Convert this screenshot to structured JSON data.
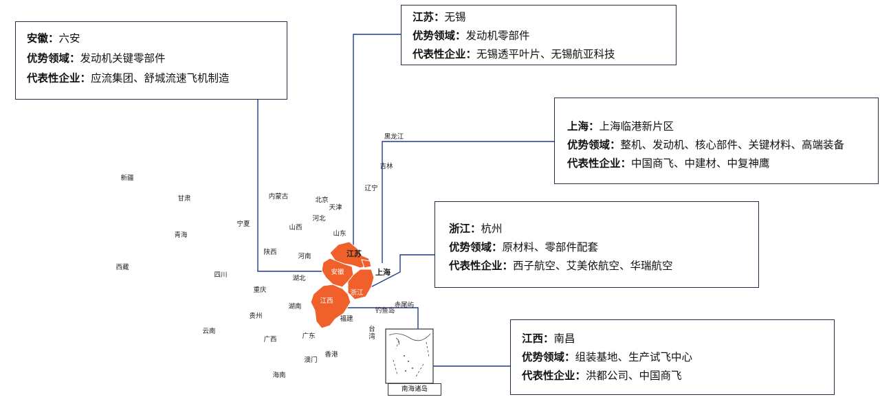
{
  "boxes": {
    "anhui": {
      "region": "安徽：",
      "city": "六安",
      "domain_label": "优势领域：",
      "domain": "发动机关键零部件",
      "ent_label": "代表性企业：",
      "ent": "应流集团、舒城流速飞机制造"
    },
    "jiangsu": {
      "region": "江苏：",
      "city": "无锡",
      "domain_label": "优势领域：",
      "domain": "发动机零部件",
      "ent_label": "代表性企业：",
      "ent": "无锡透平叶片、无锡航亚科技"
    },
    "shanghai": {
      "region": "上海：",
      "city": "上海临港新片区",
      "domain_label": "优势领域：",
      "domain": "整机、发动机、核心部件、关键材料、高端装备",
      "ent_label": "代表性企业：",
      "ent": "中国商飞、中建材、中复神鹰"
    },
    "zhejiang": {
      "region": "浙江：",
      "city": "杭州",
      "domain_label": "优势领域：",
      "domain": "原材料、零部件配套",
      "ent_label": "代表性企业：",
      "ent": "西子航空、艾美依航空、华瑞航空"
    },
    "jiangxi": {
      "region": "江西：",
      "city": "南昌",
      "domain_label": "优势领域：",
      "domain": "组装基地、生产试飞中心",
      "ent_label": "代表性企业：",
      "ent": "洪都公司、中国商飞"
    }
  },
  "map": {
    "highlight_color": "#f0602a",
    "labels": {
      "xinjiang": "新疆",
      "gansu": "甘肃",
      "qinghai": "青海",
      "xizang": "西藏",
      "sichuan": "四川",
      "ningxia": "宁夏",
      "neimenggu": "内蒙古",
      "shaanxi": "陕西",
      "shanxi": "山西",
      "hebei": "河北",
      "beijing": "北京",
      "tianjin": "天津",
      "shandong": "山东",
      "henan": "河南",
      "hubei": "湖北",
      "chongqing": "重庆",
      "hunan": "湖南",
      "guizhou": "贵州",
      "yunnan": "云南",
      "guangxi": "广西",
      "guangdong": "广东",
      "fujian": "福建",
      "taiwan": "台湾",
      "xianggang": "香港",
      "aomen": "澳门",
      "hainan": "海南",
      "heilongjiang": "黑龙江",
      "jilin": "吉林",
      "liaoning": "辽宁",
      "jiangsu": "江苏",
      "anhui": "安徽",
      "zhejiang": "浙江",
      "jiangxi": "江西",
      "shanghai": "上海",
      "diaoyudao": "钓鱼岛",
      "chiweiyu": "赤尾屿"
    },
    "inset_label": "南海诸岛"
  }
}
